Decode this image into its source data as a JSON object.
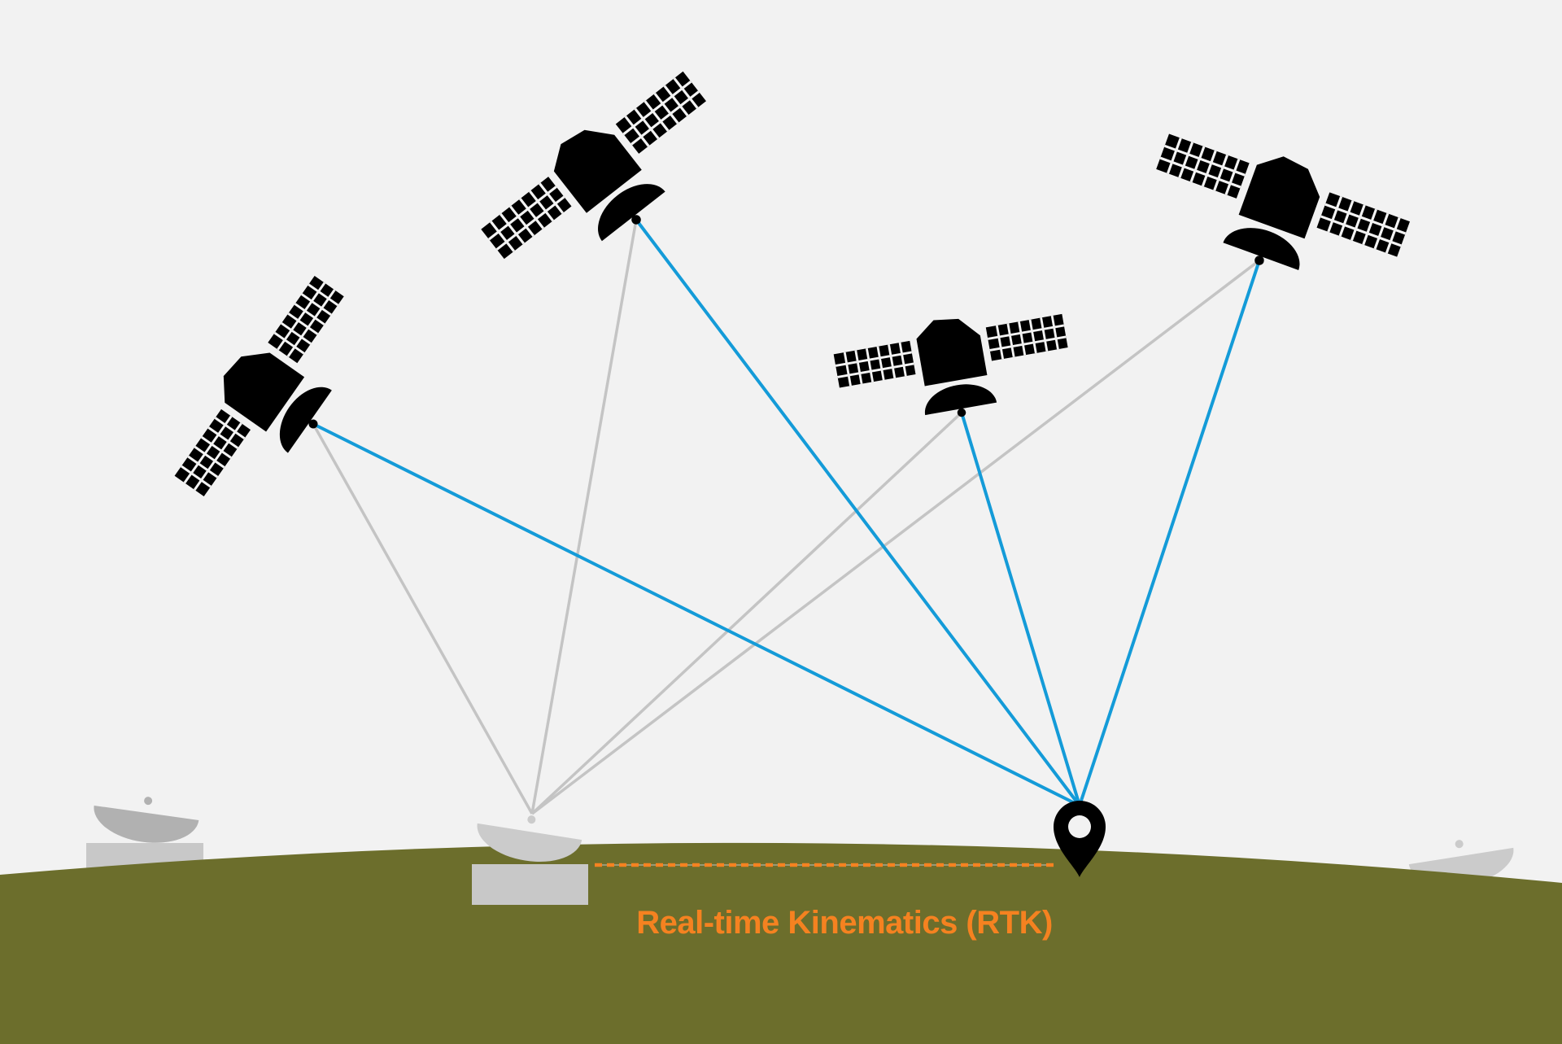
{
  "scene": {
    "caption": "Real-time Kinematics (RTK)",
    "satellite_count": 4,
    "ground_station_count": 3,
    "rover_pin_count": 1
  },
  "colors": {
    "sky": "#f2f2f2",
    "ground": "#6c6e2c",
    "ink": "#000000",
    "link_blue": "#149bd8",
    "link_gray": "#c4c4c4",
    "dish_dark": "#b1b1b1",
    "dish_light": "#cbcbcb",
    "base_gray": "#c8c8c8",
    "accent_orange": "#f58220"
  },
  "icons": {
    "satellite": "satellite-icon",
    "ground_dish": "satellite-dish-icon",
    "rover": "location-pin-icon"
  }
}
